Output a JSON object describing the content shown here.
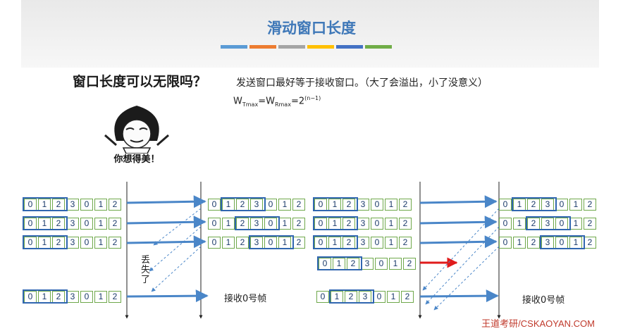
{
  "slide": {
    "title": "滑动窗口长度",
    "accent_colors": [
      "#5b9bd5",
      "#ed7d31",
      "#a5a5a5",
      "#ffc000",
      "#4472c4",
      "#70ad47"
    ],
    "question": "窗口长度可以无限吗？",
    "note": "发送窗口最好等于接收窗口。（大了会溢出，小了没意义）",
    "formula": {
      "w1": "W",
      "s1": "Tmax",
      "eq": "=",
      "w2": "W",
      "s2": "Rmax",
      "eq2": "=2",
      "exp": "(n−1)"
    },
    "meme_caption": "你想得美！",
    "brand": "王道考研/CSKAOYAN.COM"
  },
  "diagram": {
    "sequence_digits": [
      "0",
      "1",
      "2",
      "3",
      "0",
      "1",
      "2"
    ],
    "lost_label_lines": [
      "丢",
      "失",
      "了"
    ],
    "receive_label_left": "接收0号帧",
    "receive_label_right": "接收0号帧",
    "colors": {
      "cell_border": "#6fa84b",
      "window_border": "#3066b0",
      "arrow": "#4a86c8",
      "dashed": "#4a86c8",
      "red_arrow": "#e01b1b"
    }
  }
}
